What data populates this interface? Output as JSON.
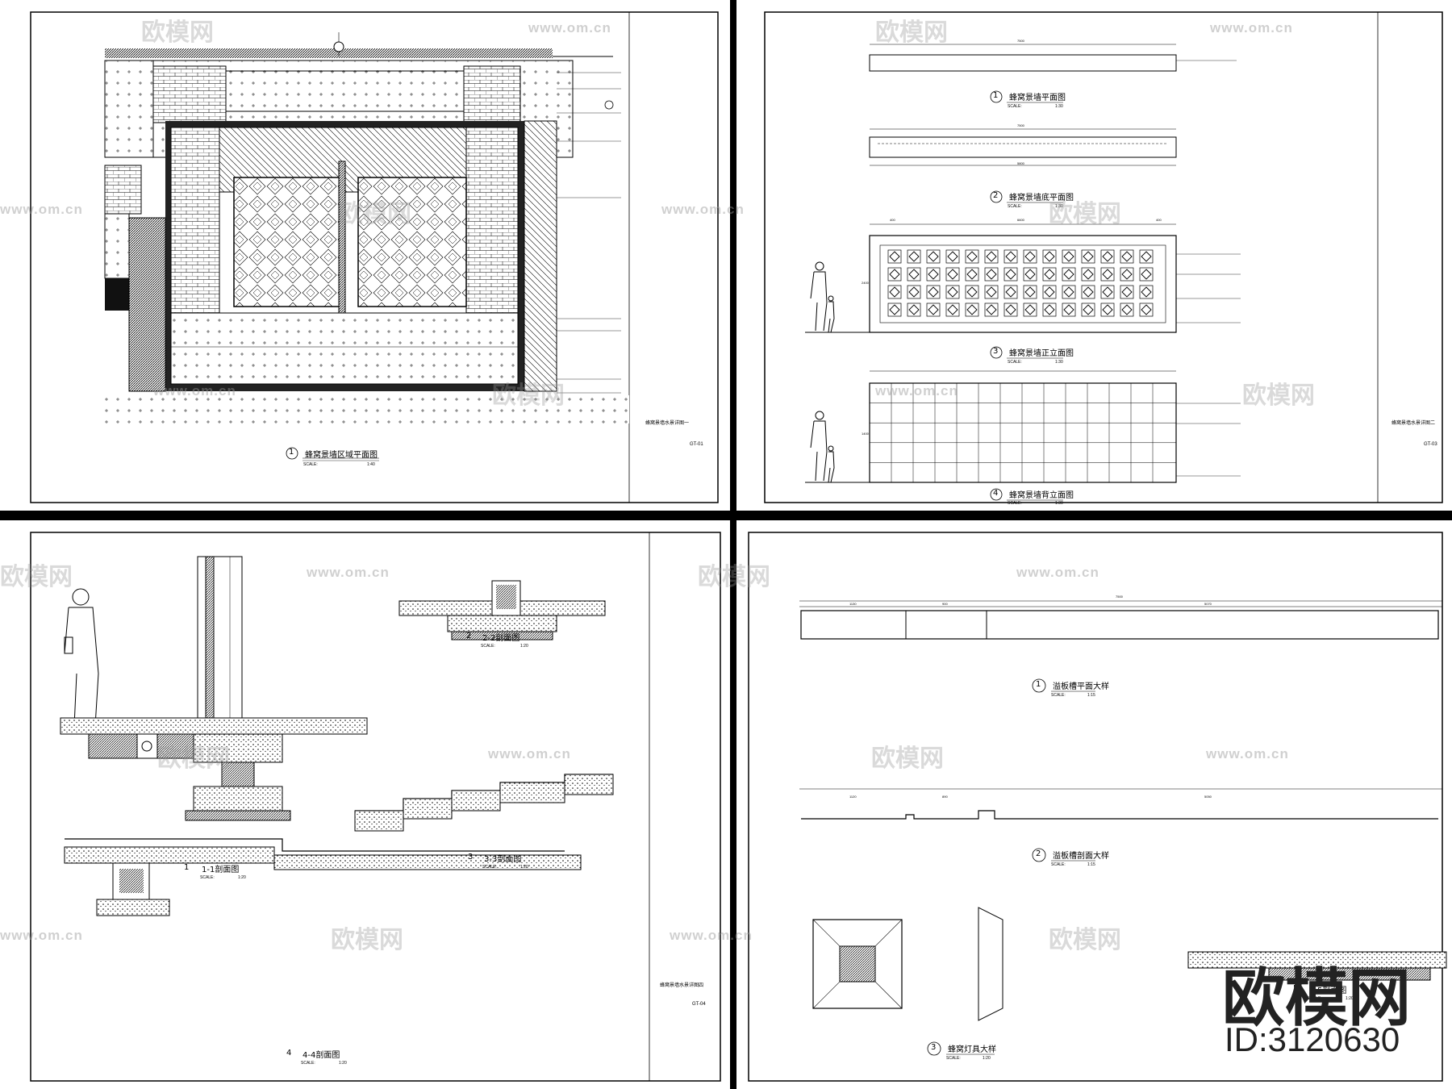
{
  "watermark": {
    "logo_text": "欧模网",
    "url_text": "www.om.cn"
  },
  "stamp": {
    "brand": "欧模网",
    "id": "ID:3120630"
  },
  "sheets": [
    {
      "title_block_text": "蜂窝景墙水景详图一",
      "drawing_no": "GT-01",
      "captions": [
        {
          "num": "1",
          "title": "蜂窝景墙区域平面图",
          "scale_label": "SCALE:",
          "scale": "1:40"
        }
      ]
    },
    {
      "title_block_text": "蜂窝景墙水景详图二",
      "drawing_no": "GT-03",
      "captions": [
        {
          "num": "1",
          "title": "蜂窝景墙平面图",
          "scale_label": "SCALE:",
          "scale": "1:30"
        },
        {
          "num": "2",
          "title": "蜂窝景墙底平面图",
          "scale_label": "SCALE:",
          "scale": "1:30"
        },
        {
          "num": "3",
          "title": "蜂窝景墙正立面图",
          "scale_label": "SCALE:",
          "scale": "1:30"
        },
        {
          "num": "4",
          "title": "蜂窝景墙背立面图",
          "scale_label": "SCALE:",
          "scale": "1:30"
        }
      ],
      "dims": [
        "7500",
        "400",
        "6600",
        "400",
        "7500",
        "5800",
        "2400",
        "1400"
      ]
    },
    {
      "title_block_text": "蜂窝景墙水景详图四",
      "drawing_no": "GT-04",
      "captions": [
        {
          "num": "1",
          "title": "1-1剖面图",
          "scale_label": "SCALE:",
          "scale": "1:20"
        },
        {
          "num": "2",
          "title": "2-2剖面图",
          "scale_label": "SCALE:",
          "scale": "1:20"
        },
        {
          "num": "3",
          "title": "3-3剖面图",
          "scale_label": "SCALE:",
          "scale": "1:20"
        },
        {
          "num": "4",
          "title": "4-4剖面图",
          "scale_label": "SCALE:",
          "scale": "1:20"
        }
      ]
    },
    {
      "captions": [
        {
          "num": "1",
          "title": "溢板槽平面大样",
          "scale_label": "SCALE:",
          "scale": "1:15"
        },
        {
          "num": "2",
          "title": "溢板槽剖面大样",
          "scale_label": "SCALE:",
          "scale": "1:15"
        },
        {
          "num": "3",
          "title": "蜂窝灯具大样",
          "scale_label": "SCALE:",
          "scale": "1:20"
        },
        {
          "num": "5",
          "title": "5-5剖面图",
          "scale_label": "SCALE:",
          "scale": "1:20"
        }
      ],
      "dims": [
        "7500",
        "1130",
        "900",
        "5070",
        "1120",
        "890",
        "5050"
      ]
    }
  ]
}
